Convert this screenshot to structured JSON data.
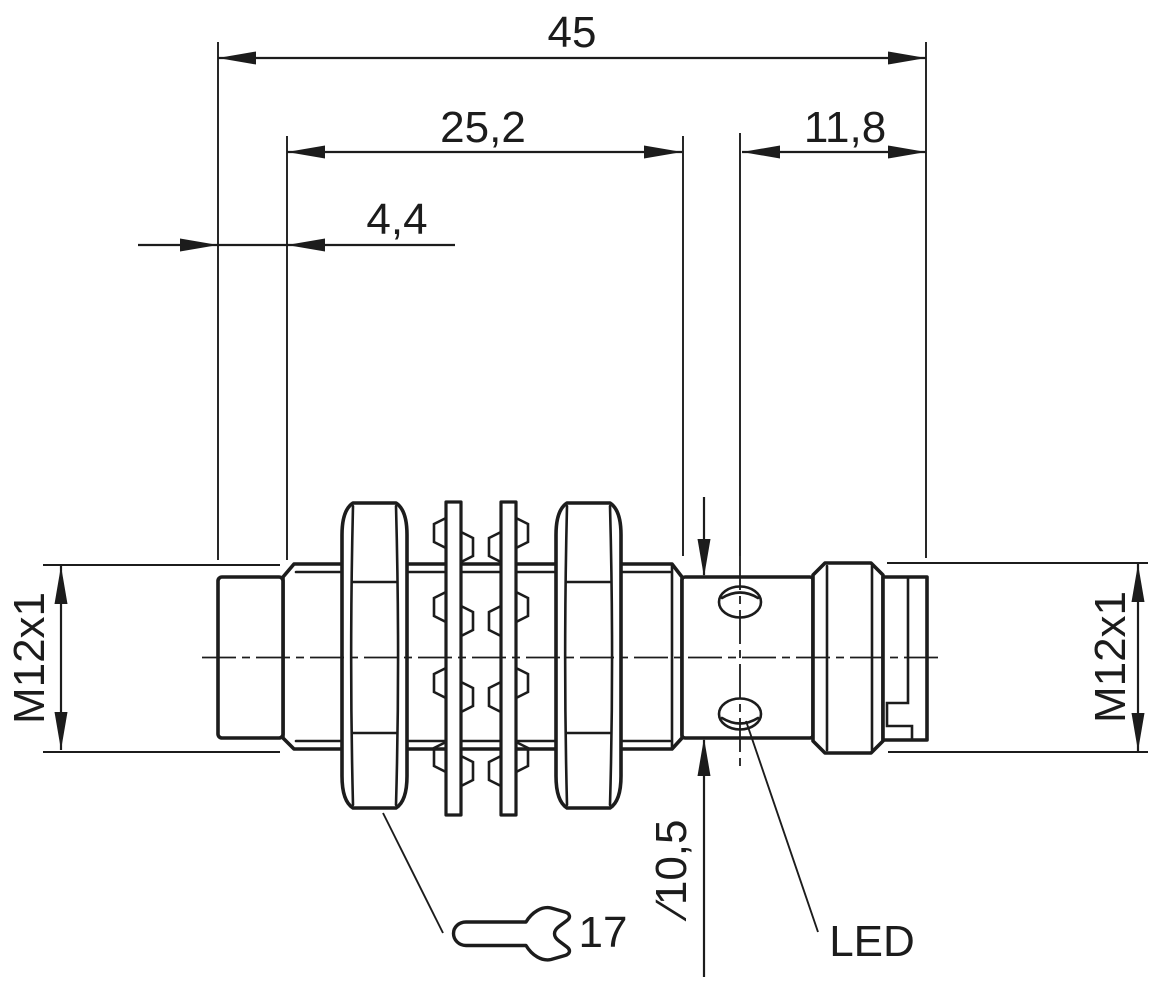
{
  "dimensions": {
    "overall_length": "45",
    "thread_length": "25,2",
    "rear_section_length": "11,8",
    "tip_length": "4,4",
    "thread_size": "M12x1",
    "connector_thread_size": "M12x1",
    "housing_diameter": "∕10,5",
    "wrench_size": "17"
  },
  "labels": {
    "led": "LED"
  },
  "colors": {
    "line": "#1c1c1c",
    "background": "#ffffff"
  }
}
